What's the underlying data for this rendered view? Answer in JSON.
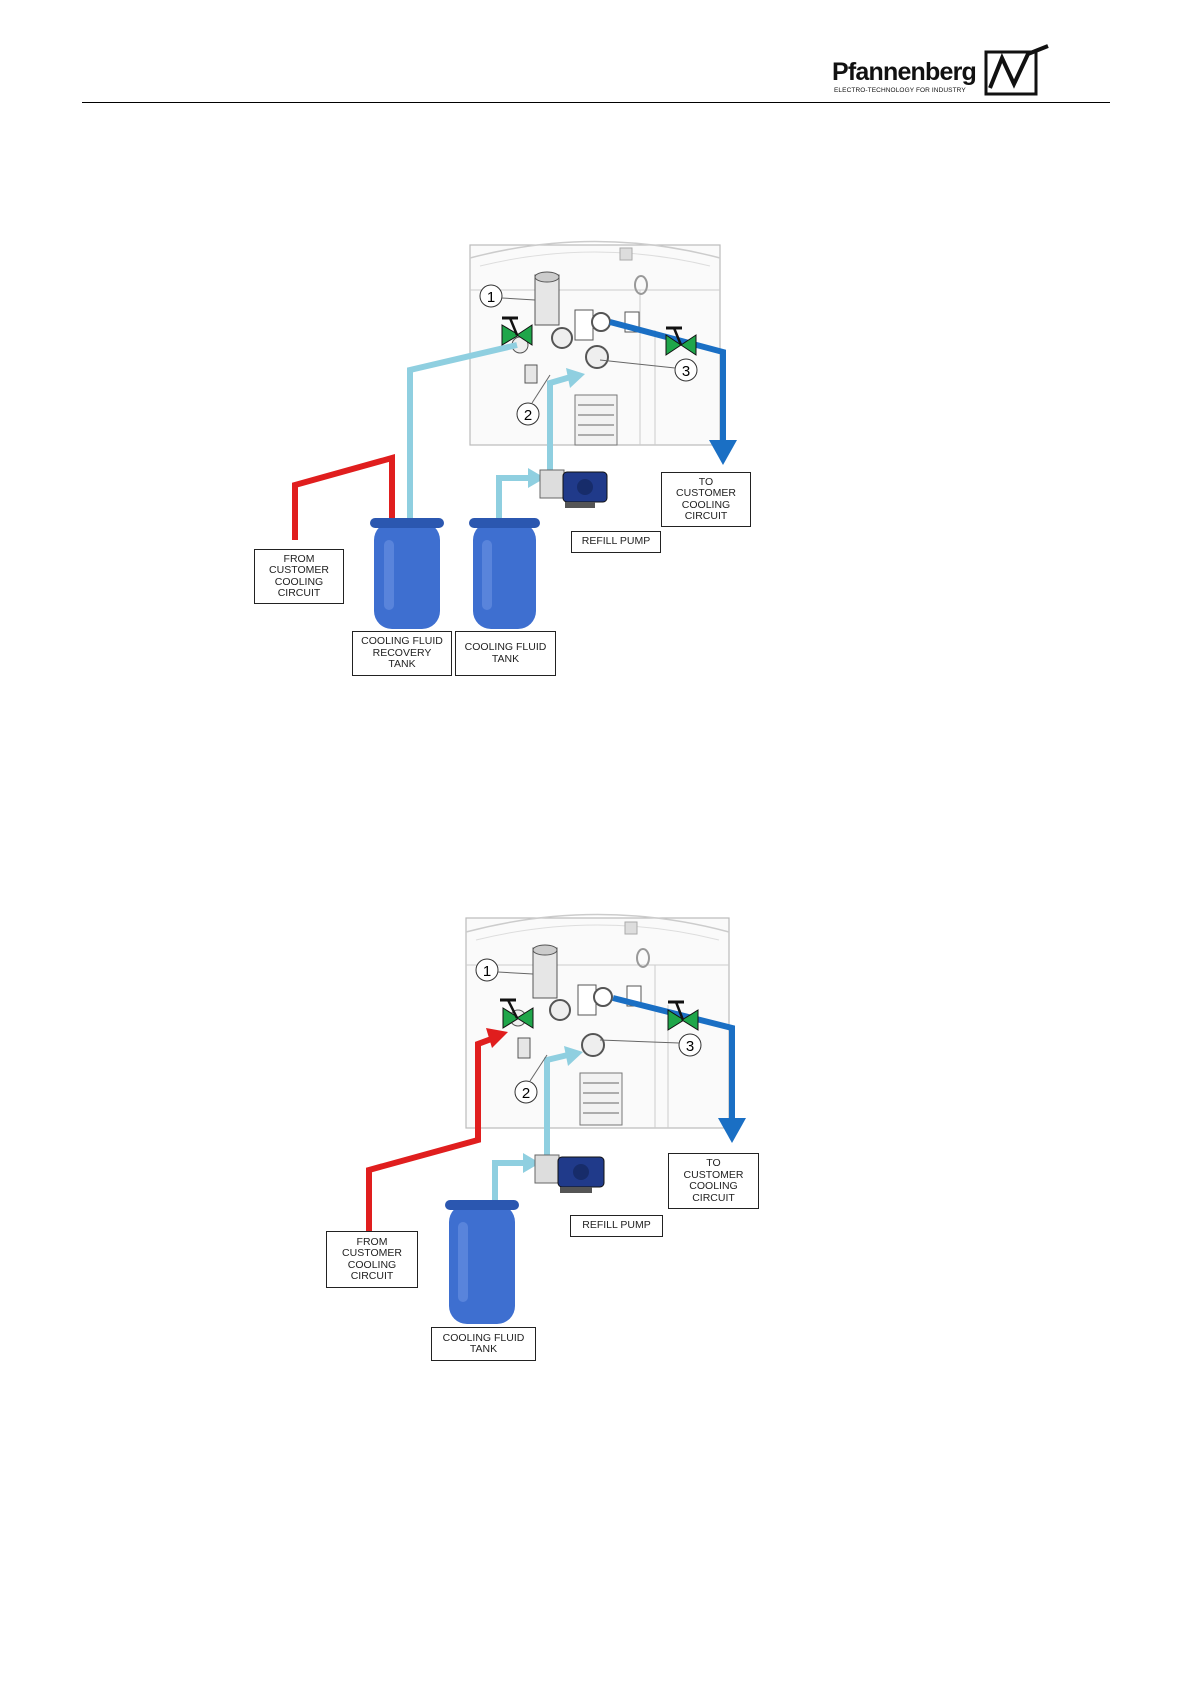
{
  "header": {
    "brand_name": "Pfannenberg",
    "brand_tagline": "ELECTRO-TECHNOLOGY FOR INDUSTRY"
  },
  "figure1": {
    "callouts": [
      "1",
      "2",
      "3"
    ],
    "labels": {
      "to_customer": "TO\nCUSTOMER\nCOOLING\nCIRCUIT",
      "refill_pump": "REFILL PUMP",
      "from_customer": "FROM\nCUSTOMER\nCOOLING\nCIRCUIT",
      "recovery_tank": "COOLING FLUID\nRECOVERY\nTANK",
      "fluid_tank": "COOLING FLUID\nTANK"
    }
  },
  "figure2": {
    "callouts": [
      "1",
      "2",
      "3"
    ],
    "labels": {
      "to_customer": "TO\nCUSTOMER\nCOOLING\nCIRCUIT",
      "refill_pump": "REFILL PUMP",
      "from_customer": "FROM\nCUSTOMER\nCOOLING\nCIRCUIT",
      "fluid_tank": "COOLING FLUID\nTANK"
    }
  },
  "colors": {
    "hot_line": "#e01e1e",
    "return_line": "#8fcfe0",
    "supply_line": "#1a6fc4",
    "valve": "#1fa64a",
    "tank": "#3e6fd0"
  }
}
